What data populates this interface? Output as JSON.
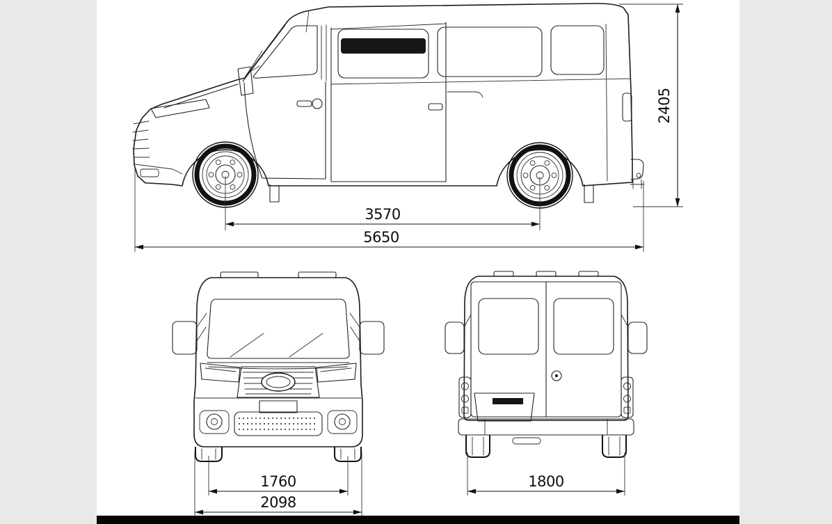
{
  "colors": {
    "page_background": "#e9e9e9",
    "paper": "#ffffff",
    "line": "#1a1a1a",
    "footer_bar": "#000000"
  },
  "dimensions": {
    "wheelbase_mm": "3570",
    "overall_length_mm": "5650",
    "overall_height_mm": "2405",
    "front_track_mm": "1760",
    "overall_width_mm": "2098",
    "rear_track_mm": "1800"
  }
}
